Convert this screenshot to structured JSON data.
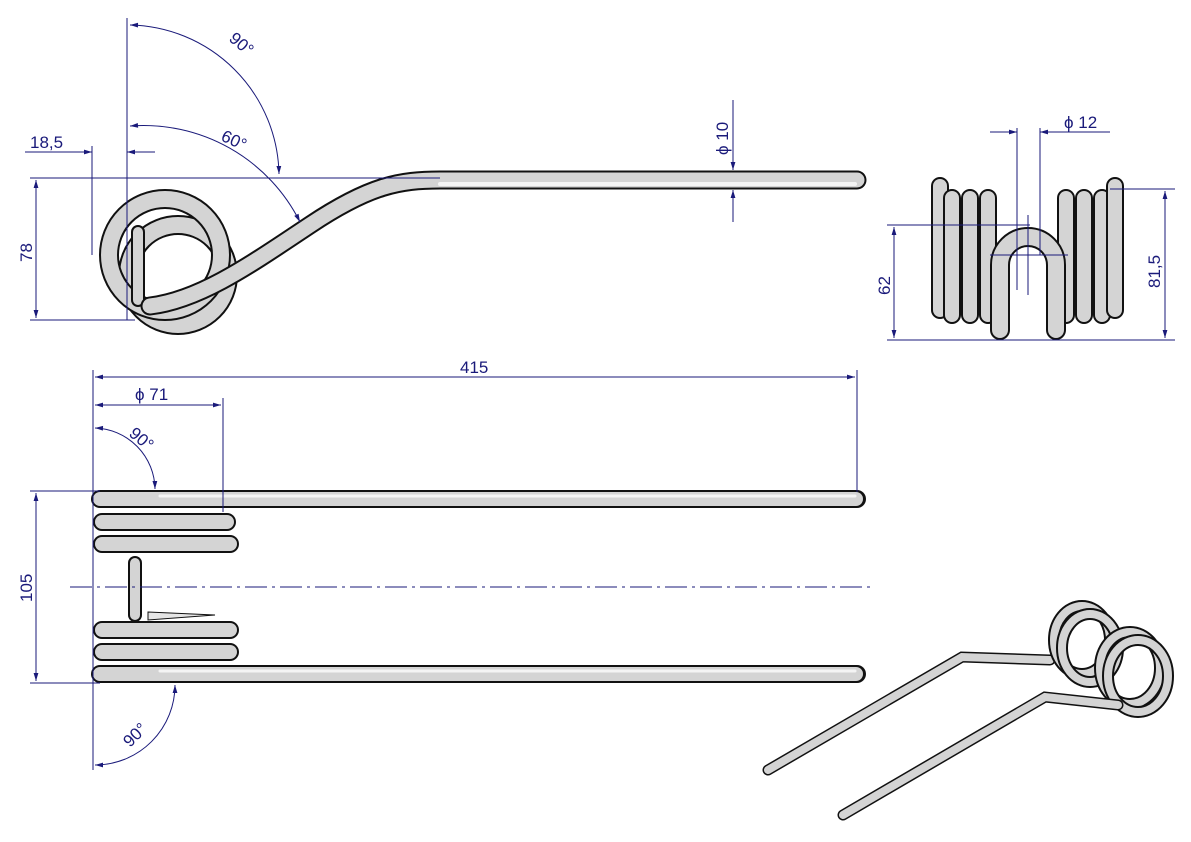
{
  "drawing": {
    "colors": {
      "dimension": "#1a1a7a",
      "part": "#d4d4d4",
      "outline": "#111111"
    },
    "top_view": {
      "angle_outer": "90°",
      "angle_inner": "60°",
      "offset": "18,5",
      "height": "78",
      "wire_diameter": "ϕ 10"
    },
    "side_view": {
      "bend_diameter": "ϕ 12",
      "inner_height": "62",
      "outer_height": "81,5"
    },
    "front_view": {
      "length": "415",
      "coil_diameter": "ϕ 71",
      "angle_top": "90°",
      "angle_bottom": "90°",
      "width": "105"
    }
  }
}
